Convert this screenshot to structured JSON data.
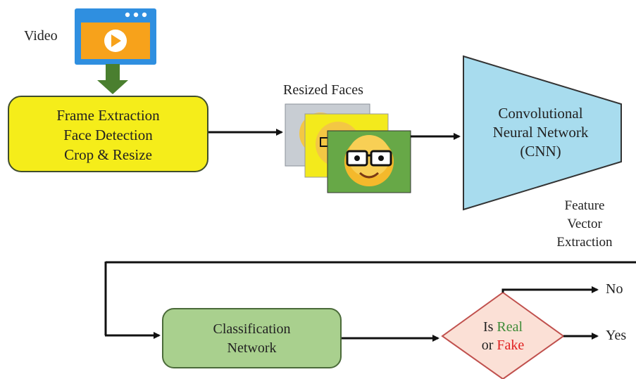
{
  "video_label": "Video",
  "frame_box": {
    "line1": "Frame Extraction",
    "line2": "Face Detection",
    "line3": "Crop & Resize"
  },
  "resized_faces_label": "Resized Faces",
  "cnn": {
    "line1": "Convolutional",
    "line2": "Neural Network",
    "line3": "(CNN)"
  },
  "feature_label": {
    "line1": "Feature",
    "line2": "Vector",
    "line3": "Extraction"
  },
  "classifier": {
    "line1": "Classification",
    "line2": "Network"
  },
  "decision": {
    "is": "Is",
    "real": "Real",
    "or": "or",
    "fake": "Fake"
  },
  "outputs": {
    "no": "No",
    "yes": "Yes"
  },
  "colors": {
    "frame_box_fill": "#f5ed1a",
    "cnn_fill": "#a8dcee",
    "classifier_fill": "#a9d08e",
    "decision_fill": "#fbe0d6",
    "real_text": "#3d8b37",
    "fake_text": "#e02020",
    "video_window": "#2f8fe0",
    "video_content": "#f7a21b",
    "arrow_down": "#4a7f2f"
  }
}
